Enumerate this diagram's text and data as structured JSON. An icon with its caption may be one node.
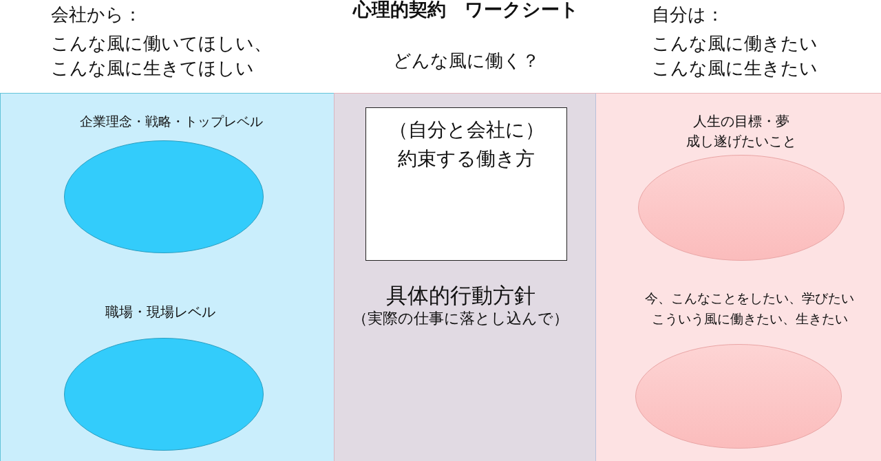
{
  "diagram": {
    "title": "心理的契約　ワークシート",
    "nodes": [
      {
        "text": [
          "会社から：",
          "こんな風に働いてほしい、こんな風に生きてほしい"
        ]
      },
      {
        "text": [],
        "shape": "ellipse",
        "in": 0,
        "beside": [
          "企業理念・戦略・トップレベル"
        ]
      },
      {
        "text": [],
        "shape": "ellipse",
        "in": 0,
        "beside": [
          "職場・現場レベル"
        ]
      },
      {
        "text": [
          "どんな風に働く？",
          "具体的行動方針",
          "（実際の仕事に落とし込んで）"
        ]
      },
      {
        "text": [
          "（自分と会社に）約束する働き方"
        ],
        "in": 3
      },
      {
        "text": [
          "自分は：",
          "こんな風に働きたい",
          "こんな風に生きたい"
        ]
      },
      {
        "text": [],
        "shape": "ellipse",
        "in": 5,
        "beside": [
          "人生の目標・夢",
          "成し遂げたいこと"
        ]
      },
      {
        "text": [],
        "shape": "ellipse",
        "in": 5,
        "beside": [
          "今、こんなことをしたい、学びたい",
          "こういう風に働きたい、生きたい"
        ]
      }
    ]
  }
}
